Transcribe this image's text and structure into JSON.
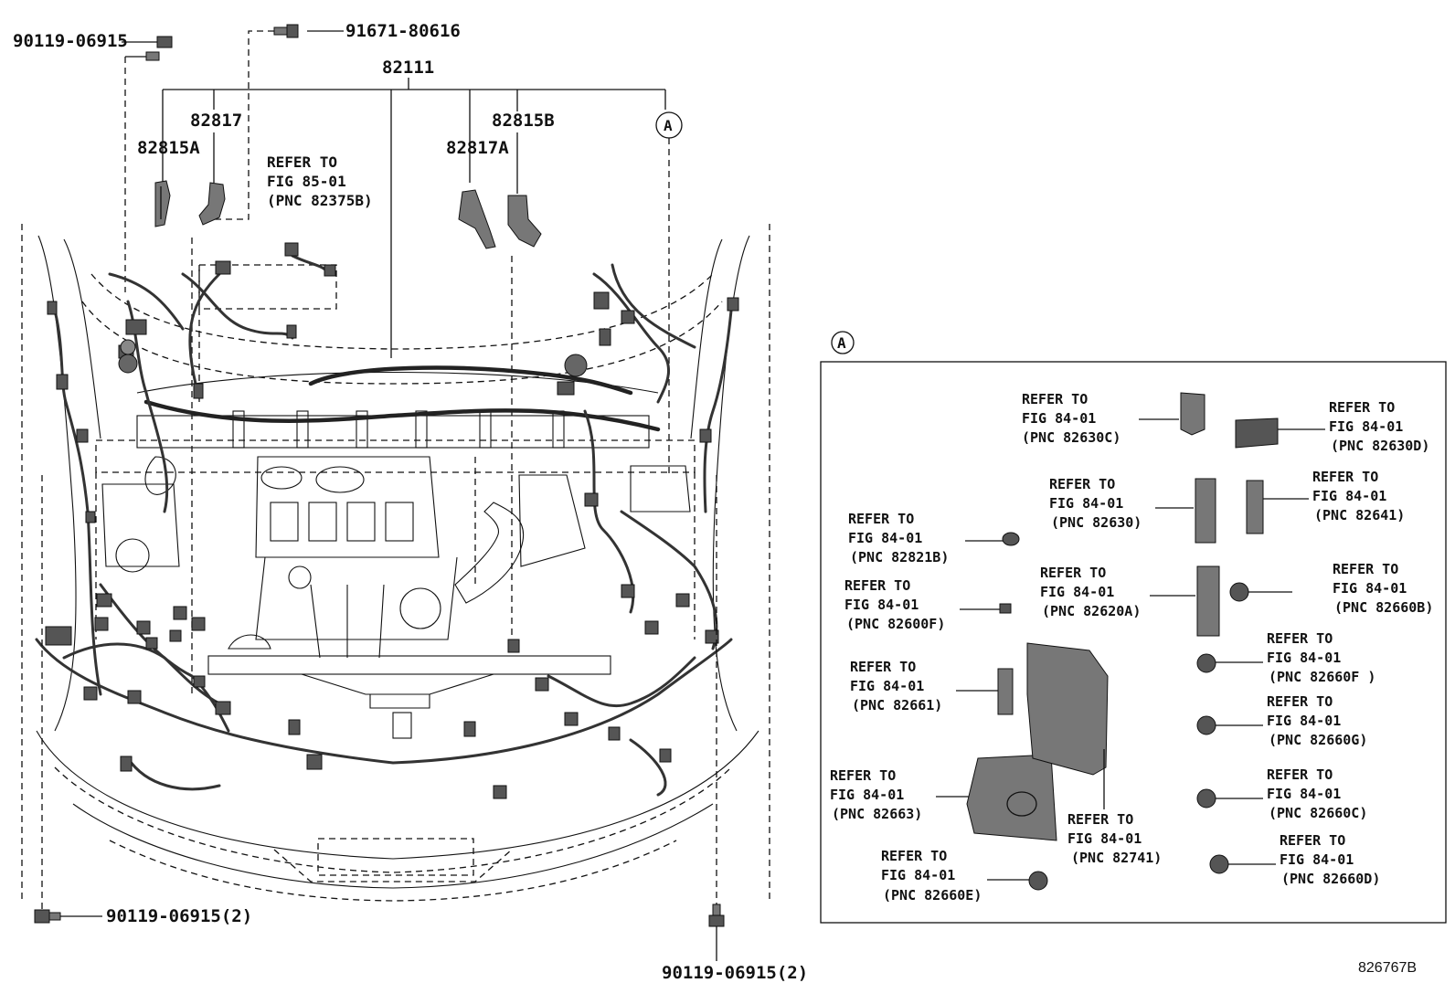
{
  "parts": {
    "p_90119_top": "90119-06915",
    "p_91671": "91671-80616",
    "p_82111": "82111",
    "p_82817": "82817",
    "p_82815A": "82815A",
    "p_82815B": "82815B",
    "p_82817A": "82817A",
    "p_90119_bl": "90119-06915(2)",
    "p_90119_br": "90119-06915(2)"
  },
  "callout": {
    "marker": "A",
    "marker_detail": "A"
  },
  "refer_main": {
    "r1": "REFER TO",
    "r2": "FIG 85-01",
    "r3": "(PNC 82375B)"
  },
  "detail_refs": [
    {
      "r1": "REFER TO",
      "r2": "FIG 84-01",
      "r3": "(PNC 82630C)"
    },
    {
      "r1": "REFER TO",
      "r2": "FIG 84-01",
      "r3": "(PNC 82630D)"
    },
    {
      "r1": "REFER TO",
      "r2": "FIG 84-01",
      "r3": "(PNC 82630)"
    },
    {
      "r1": "REFER TO",
      "r2": "FIG 84-01",
      "r3": "(PNC 82641)"
    },
    {
      "r1": "REFER TO",
      "r2": "FIG 84-01",
      "r3": "(PNC 82821B)"
    },
    {
      "r1": "REFER TO",
      "r2": "FIG 84-01",
      "r3": "(PNC 82620A)"
    },
    {
      "r1": "REFER TO",
      "r2": "FIG 84-01",
      "r3": "(PNC 82660B)"
    },
    {
      "r1": "REFER TO",
      "r2": "FIG 84-01",
      "r3": "(PNC 82600F)"
    },
    {
      "r1": "REFER TO",
      "r2": "FIG 84-01",
      "r3": "(PNC 82660F )"
    },
    {
      "r1": "REFER TO",
      "r2": "FIG 84-01",
      "r3": "(PNC 82661)"
    },
    {
      "r1": "REFER TO",
      "r2": "FIG 84-01",
      "r3": "(PNC 82660G)"
    },
    {
      "r1": "REFER TO",
      "r2": "FIG 84-01",
      "r3": "(PNC 82663)"
    },
    {
      "r1": "REFER TO",
      "r2": "FIG 84-01",
      "r3": "(PNC 82660C)"
    },
    {
      "r1": "REFER TO",
      "r2": "FIG 84-01",
      "r3": "(PNC 82741)"
    },
    {
      "r1": "REFER TO",
      "r2": "FIG 84-01",
      "r3": "(PNC 82660E)"
    },
    {
      "r1": "REFER TO",
      "r2": "FIG 84-01",
      "r3": "(PNC 82660D)"
    }
  ],
  "drawing_number": "826767B"
}
